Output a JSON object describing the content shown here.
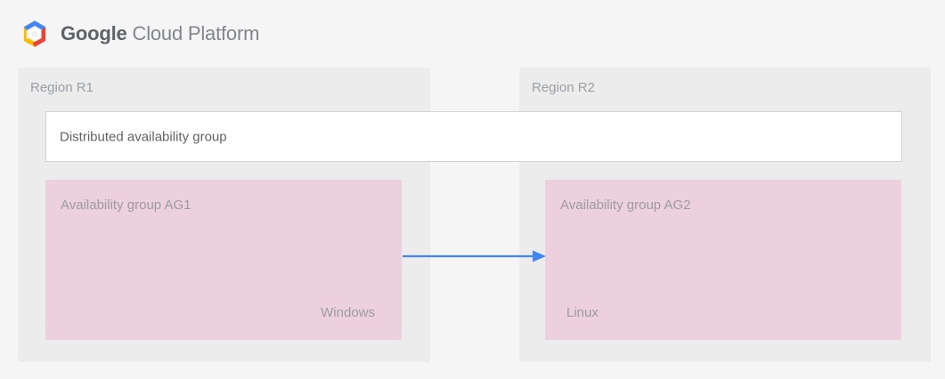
{
  "header": {
    "logo_icon": "google-cloud-platform-hexagon-logo",
    "brand_strong": "Google",
    "brand_light": "Cloud Platform",
    "logo_colors": {
      "top": "#4285F4",
      "right": "#EA4335",
      "left": "#FBBC05",
      "bottom_right": "#EA4335",
      "center": "#FFFFFF"
    }
  },
  "diagram": {
    "type": "architecture-diagram",
    "background": "#f5f5f5",
    "region_fill": "#ececec",
    "ag_fill": "#ecd0de",
    "arrow_color": "#4285F4",
    "regions": [
      {
        "id": "r1",
        "label": "Region R1",
        "availability_group": {
          "title": "Availability group AG1",
          "os_label": "Windows",
          "os_align": "right"
        }
      },
      {
        "id": "r2",
        "label": "Region R2",
        "availability_group": {
          "title": "Availability group AG2",
          "os_label": "Linux",
          "os_align": "left"
        }
      }
    ],
    "distributed_group": {
      "label": "Distributed availability group"
    },
    "connector": {
      "name": "replication-arrow",
      "from": "Availability group AG1",
      "to": "Availability group AG2",
      "direction": "right",
      "color": "#4285F4"
    }
  }
}
